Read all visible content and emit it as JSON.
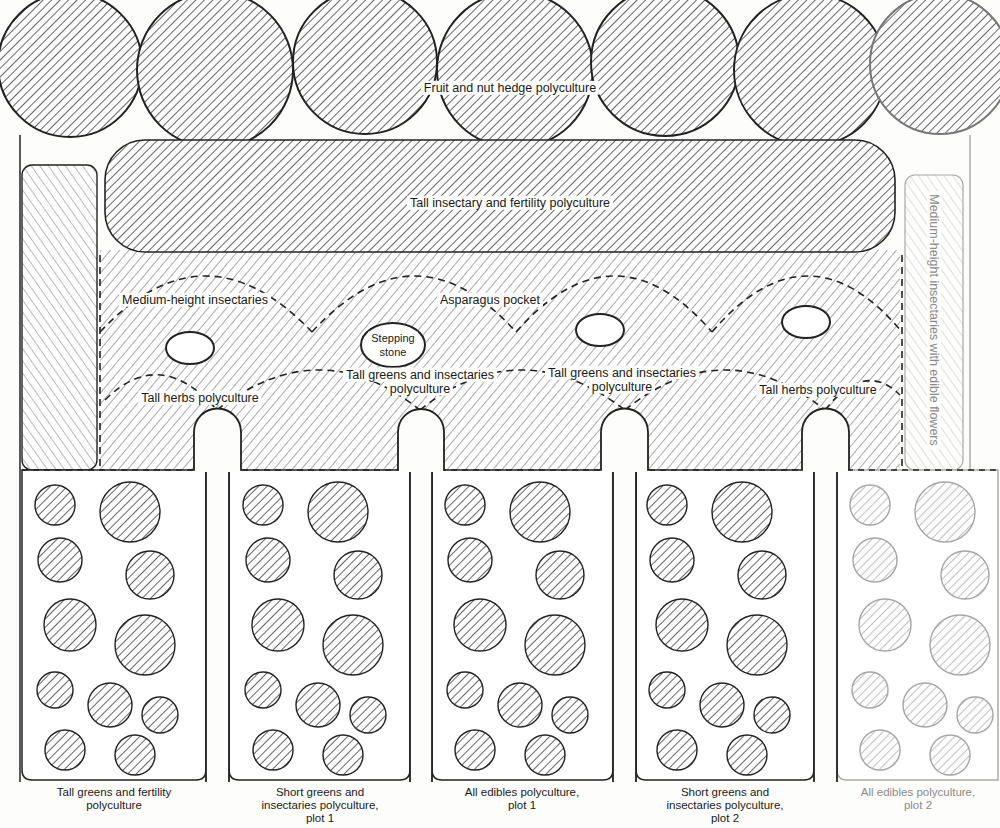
{
  "diagram": {
    "labels": [
      "Fruit and nut hedge polyculture",
      "Tall insectary and fertility polyculture",
      "Medium-height insectaries",
      "Asparagus pocket",
      "Stepping stone",
      "Tall herbs polyculture",
      "Tall greens and insectaries polyculture",
      "Tall greens and insectaries polyculture",
      "Tall herbs polyculture",
      "Medium-height insectaries with edible flowers",
      "Tall greens and fertility polyculture",
      "Short greens and insectaries polyculture, plot 1",
      "All edibles polyculture, plot 1",
      "Short greens and insectaries polyculture, plot 2",
      "All edibles polyculture, plot 2"
    ]
  }
}
